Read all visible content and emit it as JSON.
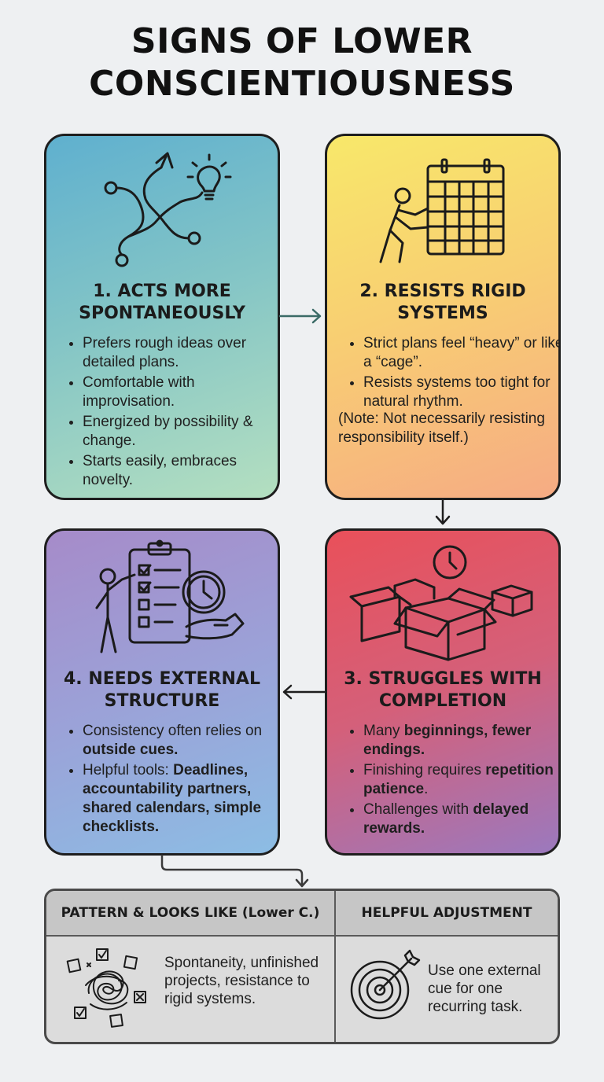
{
  "title_line1": "SIGNS OF LOWER",
  "title_line2": "CONSCIENTIOUSNESS",
  "cards": [
    {
      "title_line1": "1. ACTS MORE",
      "title_line2": "SPONTANEOUSLY",
      "icon": "winding-arrow-lightbulb-icon",
      "bullets": [
        "Prefers rough ideas over detailed plans.",
        "Comfortable with improvisation.",
        "Energized by possibility & change.",
        "Starts easily, embraces novelty."
      ]
    },
    {
      "title_line1": "2. RESISTS RIGID",
      "title_line2": "SYSTEMS",
      "icon": "person-pushing-calendar-icon",
      "bullets": [
        "Strict plans feel “heavy” or like a “cage”.",
        "Resists systems too tight for natural rhythm."
      ],
      "note": "(Note: Not necessarily resisting responsibility itself.)"
    },
    {
      "title_line1": "3. STRUGGLES WITH",
      "title_line2": "COMPLETION",
      "icon": "open-boxes-clock-icon",
      "bullets": [
        {
          "pre": "Many ",
          "bold": "beginnings, fewer endings.",
          "post": ""
        },
        {
          "pre": "Finishing requires ",
          "bold": "repetition & patience",
          "post": "."
        },
        {
          "pre": "Challenges with ",
          "bold": "delayed rewards.",
          "post": ""
        }
      ]
    },
    {
      "title_line1": "4. NEEDS EXTERNAL",
      "title_line2": "STRUCTURE",
      "icon": "person-checklist-clock-icon",
      "bullets": [
        {
          "pre": "Consistency often relies on ",
          "bold": "outside cues.",
          "post": ""
        },
        {
          "pre": "Helpful tools: ",
          "bold": "Deadlines, accountability partners, shared calendars, simple checklists.",
          "post": ""
        }
      ]
    }
  ],
  "table": {
    "header_pattern": "PATTERN & LOOKS LIKE (Lower C.)",
    "header_adjust": "HELPFUL ADJUSTMENT",
    "pattern_text": "Spontaneity, unfinished projects, resistance to rigid systems.",
    "adjust_text": "Use one external cue for one recurring task.",
    "pattern_icon": "scribble-checkboxes-icon",
    "adjust_icon": "target-arrow-icon"
  },
  "colors": {
    "card1": "#82c4c6",
    "card2": "#f8cf72",
    "card3": "#d4607a",
    "card4": "#9ba2d8",
    "outline": "#1e1e1e",
    "arrow": "#3a6a66"
  }
}
